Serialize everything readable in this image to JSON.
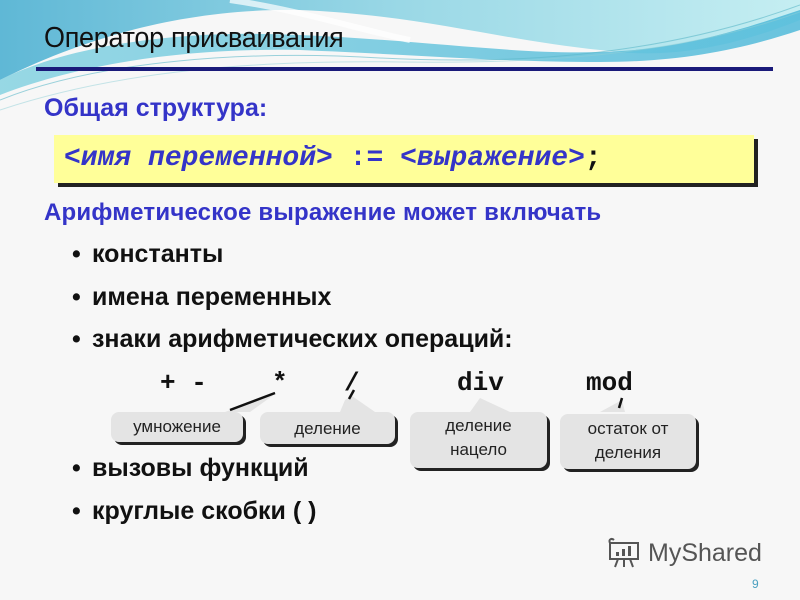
{
  "slide": {
    "title": "Оператор присваивания",
    "subheading": "Общая структура:",
    "syntax": {
      "left": "<имя переменной>",
      "operator": " := ",
      "right": "<выражение>",
      "terminator": ";"
    },
    "expression_intro": "Арифметическое выражение может включать",
    "bullets": [
      "константы",
      "имена переменных",
      "знаки арифметических операций:",
      "вызовы функций",
      "круглые скобки ( )"
    ],
    "operators": {
      "plus_minus": "+ -",
      "multiply": "*",
      "divide": "/",
      "div": "div",
      "mod": "mod"
    },
    "callouts": {
      "multiply": "умножение",
      "divide": "деление",
      "div_line1": "деление",
      "div_line2": "нацело",
      "mod_line1": "остаток от",
      "mod_line2": "деления"
    },
    "page_number": "9"
  },
  "watermark": {
    "text": "MyShared",
    "icon": "presentation-board-icon"
  },
  "colors": {
    "accent_blue": "#3434c8",
    "rule_navy": "#1a1a7a",
    "code_bg": "#ffff99",
    "callout_bg": "#e4e4e4"
  }
}
